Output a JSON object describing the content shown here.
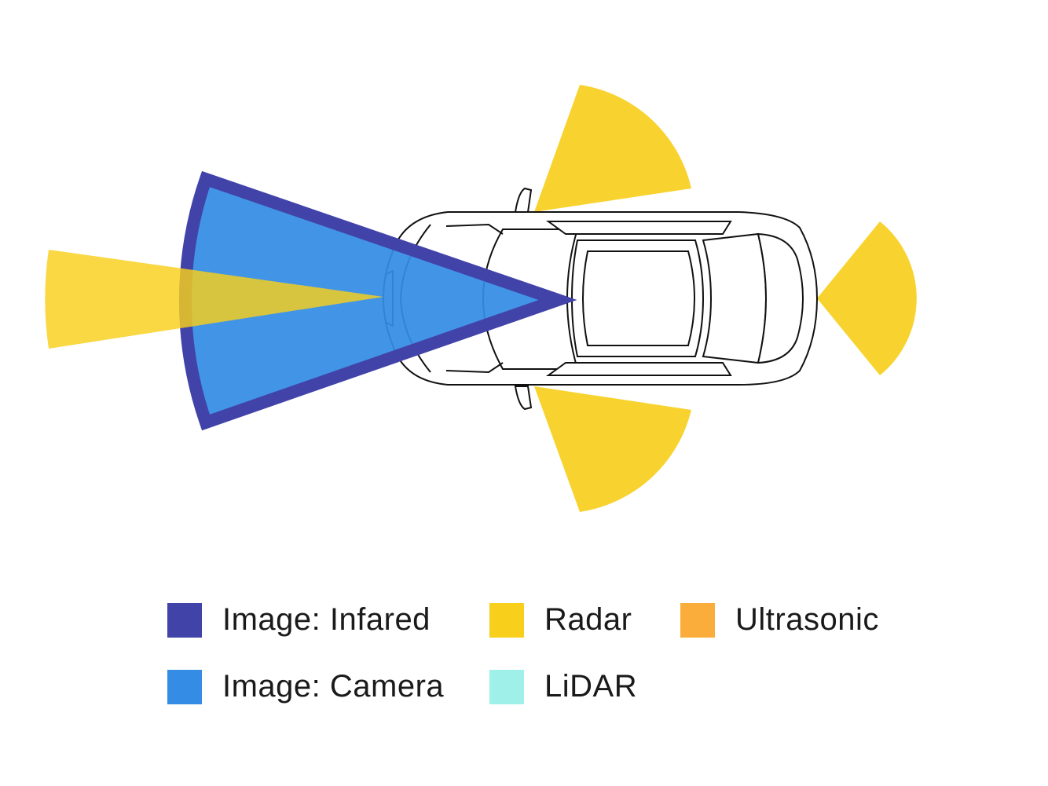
{
  "colors": {
    "infrared": "#4143a8",
    "camera": "#348ce4",
    "radar": "#f8d32f",
    "ultrasonic": "#fbad3b",
    "lidar": "#a0f0ea",
    "car_outline": "#111111",
    "car_fill": "#ffffff"
  },
  "legend": {
    "items": [
      {
        "label": "Image: Infared",
        "color": "#4143a8"
      },
      {
        "label": "Radar",
        "color": "#f8cf1a"
      },
      {
        "label": "Ultrasonic",
        "color": "#fbad3b"
      },
      {
        "label": "Image: Camera",
        "color": "#348ce4"
      },
      {
        "label": "LiDAR",
        "color": "#a0f0ea"
      }
    ]
  }
}
